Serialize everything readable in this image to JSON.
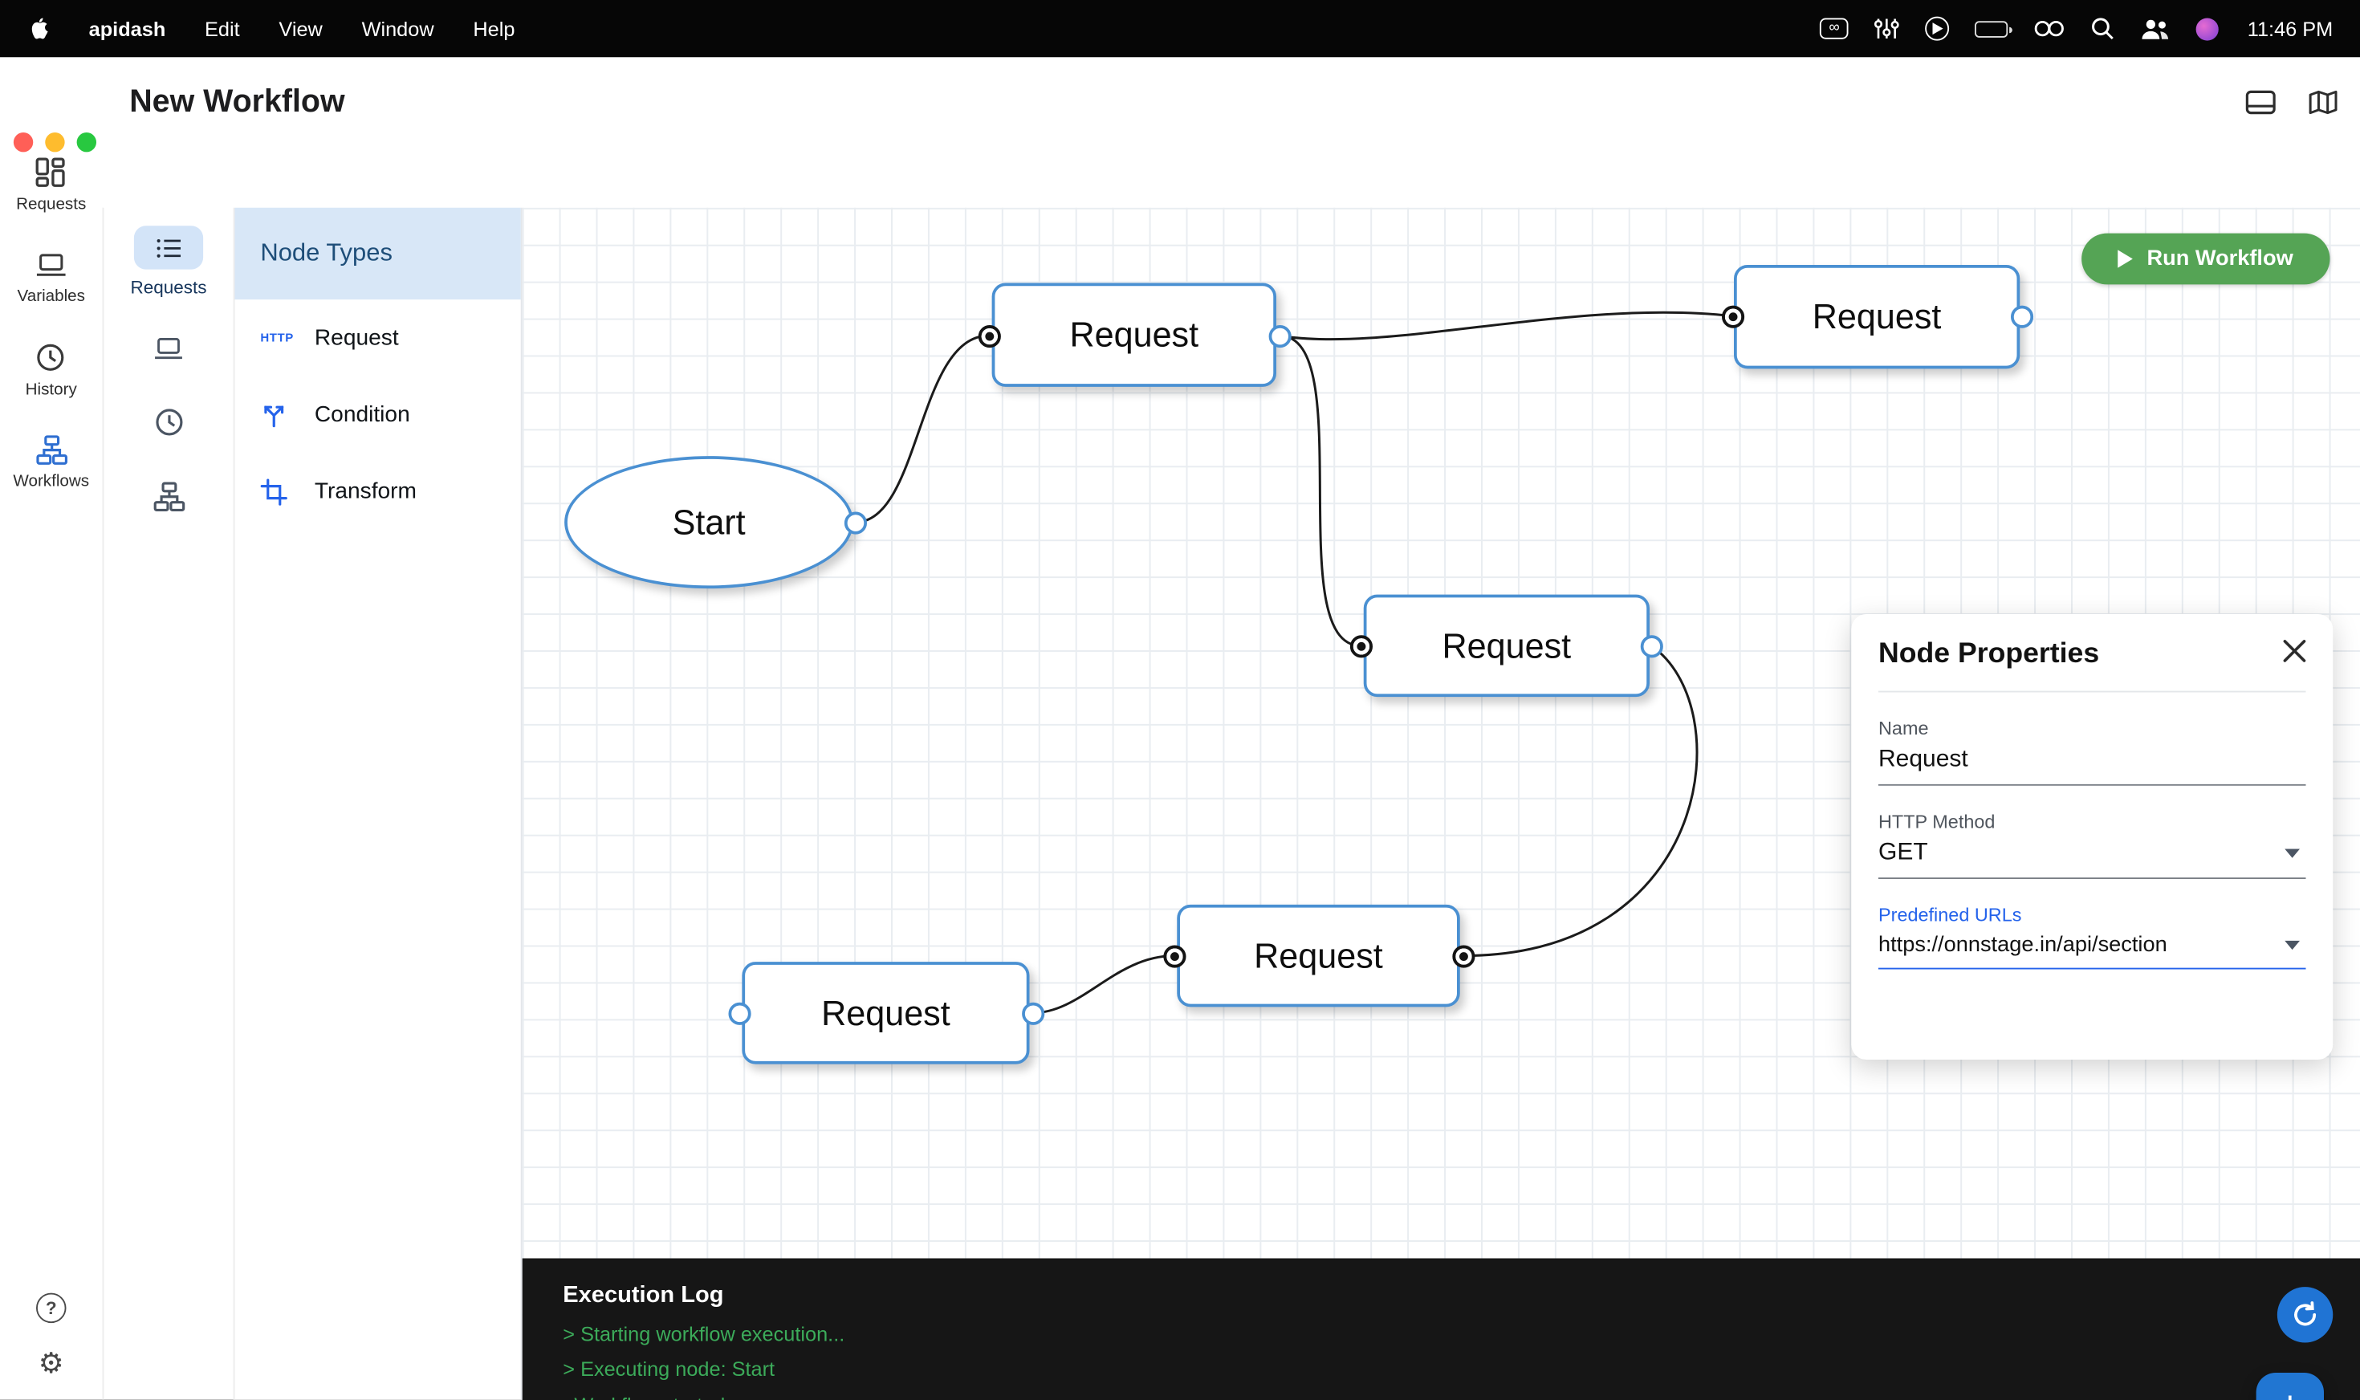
{
  "menubar": {
    "app_name": "apidash",
    "items": [
      "Edit",
      "View",
      "Window",
      "Help"
    ],
    "time": "11:46 PM",
    "status_icons": [
      "creative-cloud",
      "sliders",
      "play-circle",
      "battery",
      "link",
      "search",
      "user-switcher",
      "app-dot"
    ]
  },
  "window": {
    "title": "New Workflow"
  },
  "sidebar": {
    "items": [
      {
        "label": "Requests",
        "icon": "dashboard"
      },
      {
        "label": "Variables",
        "icon": "laptop"
      },
      {
        "label": "History",
        "icon": "clock"
      },
      {
        "label": "Workflows",
        "icon": "tree",
        "active": true
      }
    ]
  },
  "rail": {
    "items": [
      {
        "label": "Requests",
        "icon": "list",
        "active": true
      },
      {
        "icon": "laptop"
      },
      {
        "icon": "history"
      },
      {
        "icon": "tree"
      }
    ]
  },
  "node_types": {
    "header": "Node Types",
    "items": [
      {
        "icon": "http",
        "icon_text": "HTTP",
        "label": "Request"
      },
      {
        "icon": "condition-split",
        "label": "Condition"
      },
      {
        "icon": "transform-crop",
        "label": "Transform"
      }
    ]
  },
  "canvas": {
    "run_label": "Run Workflow",
    "nodes": [
      {
        "label": "Start",
        "shape": "ellipse"
      },
      {
        "label": "Request",
        "shape": "rect"
      },
      {
        "label": "Request",
        "shape": "rect"
      },
      {
        "label": "Request",
        "shape": "rect"
      },
      {
        "label": "Request",
        "shape": "rect"
      },
      {
        "label": "Request",
        "shape": "rect"
      }
    ]
  },
  "properties": {
    "title": "Node Properties",
    "name_label": "Name",
    "name_value": "Request",
    "method_label": "HTTP Method",
    "method_value": "GET",
    "urls_label": "Predefined URLs",
    "url_value": "https://onnstage.in/api/section"
  },
  "execution_log": {
    "title": "Execution Log",
    "lines": [
      "> Starting workflow execution...",
      "> Executing node: Start",
      "  Workflow started"
    ]
  },
  "glyphs": {
    "help": "?",
    "gear": "⚙",
    "plus": "+",
    "infinity": "∞"
  },
  "colors": {
    "accent_blue": "#4a90d2",
    "run_green": "#55a455",
    "log_bg": "#161616",
    "log_green": "#3cab5a",
    "active_chip": "#d3e4f8",
    "panel_header": "#d8e7f7",
    "fab_blue": "#2176d2"
  }
}
